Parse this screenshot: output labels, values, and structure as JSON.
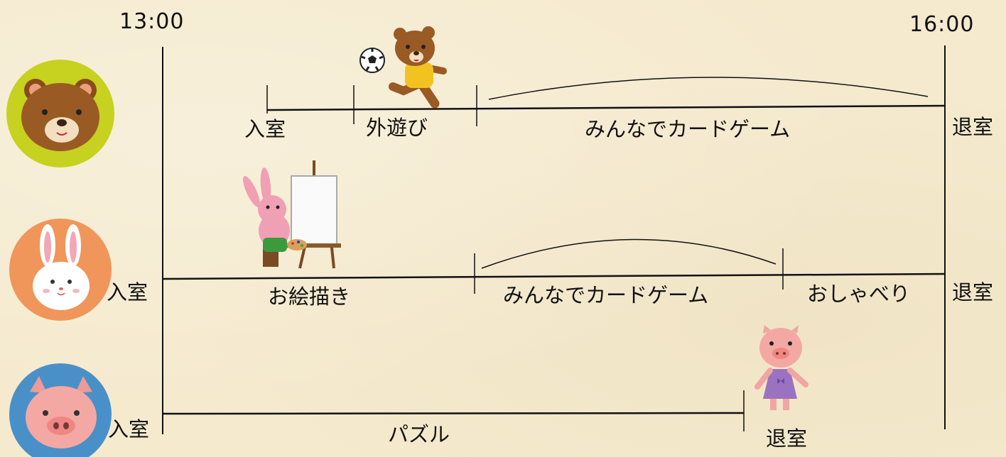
{
  "times": {
    "start": "13:00",
    "end": "16:00"
  },
  "rows": [
    {
      "animal": "bear",
      "segments": [
        "入室",
        "外遊び",
        "みんなでカードゲーム"
      ],
      "exit": "退室"
    },
    {
      "animal": "rabbit",
      "enter": "入室",
      "segments": [
        "お絵描き",
        "みんなでカードゲーム",
        "おしゃべり"
      ],
      "exit": "退室"
    },
    {
      "animal": "pig",
      "enter": "入室",
      "segments": [
        "パズル"
      ],
      "exit": "退室"
    }
  ],
  "colors": {
    "line": "#111111",
    "bear_circle": "#c7d11f",
    "rabbit_circle": "#f0965a",
    "pig_circle": "#4a90c8"
  },
  "icons": [
    "bear-face-icon",
    "rabbit-face-icon",
    "pig-face-icon",
    "bear-soccer-icon",
    "soccer-ball-icon",
    "rabbit-painting-icon",
    "pig-standing-icon"
  ]
}
